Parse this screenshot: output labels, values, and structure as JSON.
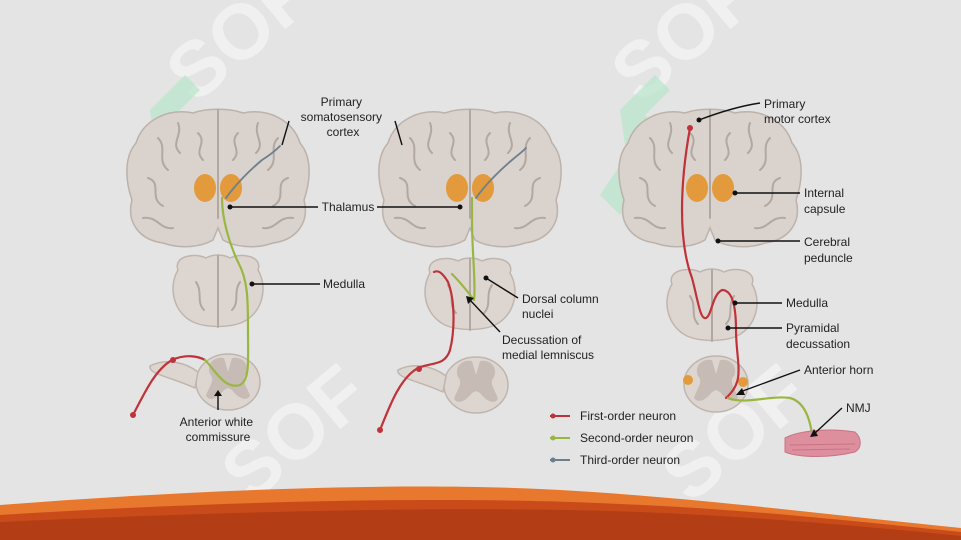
{
  "labels": {
    "primary_somatosensory_cortex": [
      "Primary",
      "somatosensory",
      "cortex"
    ],
    "thalamus": "Thalamus",
    "medulla_left": "Medulla",
    "dorsal_column_nuclei": [
      "Dorsal column",
      "nuclei"
    ],
    "decussation_medial_lemniscus": [
      "Decussation of",
      "medial lemniscus"
    ],
    "anterior_white_commissure": [
      "Anterior white",
      "commissure"
    ],
    "primary_motor_cortex": [
      "Primary",
      "motor cortex"
    ],
    "internal_capsule": [
      "Internal",
      "capsule"
    ],
    "cerebral_peduncle": [
      "Cerebral",
      "peduncle"
    ],
    "medulla_right": "Medulla",
    "pyramidal_decussation": [
      "Pyramidal",
      "decussation"
    ],
    "anterior_horn": "Anterior horn",
    "nmj": "NMJ"
  },
  "legend": [
    {
      "label": "First-order neuron",
      "color": "#c0323a"
    },
    {
      "label": "Second-order neuron",
      "color": "#9ab642"
    },
    {
      "label": "Third-order neuron",
      "color": "#6c7f8e"
    }
  ],
  "colors": {
    "first_order": "#c0323a",
    "second_order": "#9ab642",
    "third_order": "#6c7f8e",
    "thalamus": "#e39a3c",
    "footer_wave": "#d4581e"
  },
  "watermark": "SOF"
}
